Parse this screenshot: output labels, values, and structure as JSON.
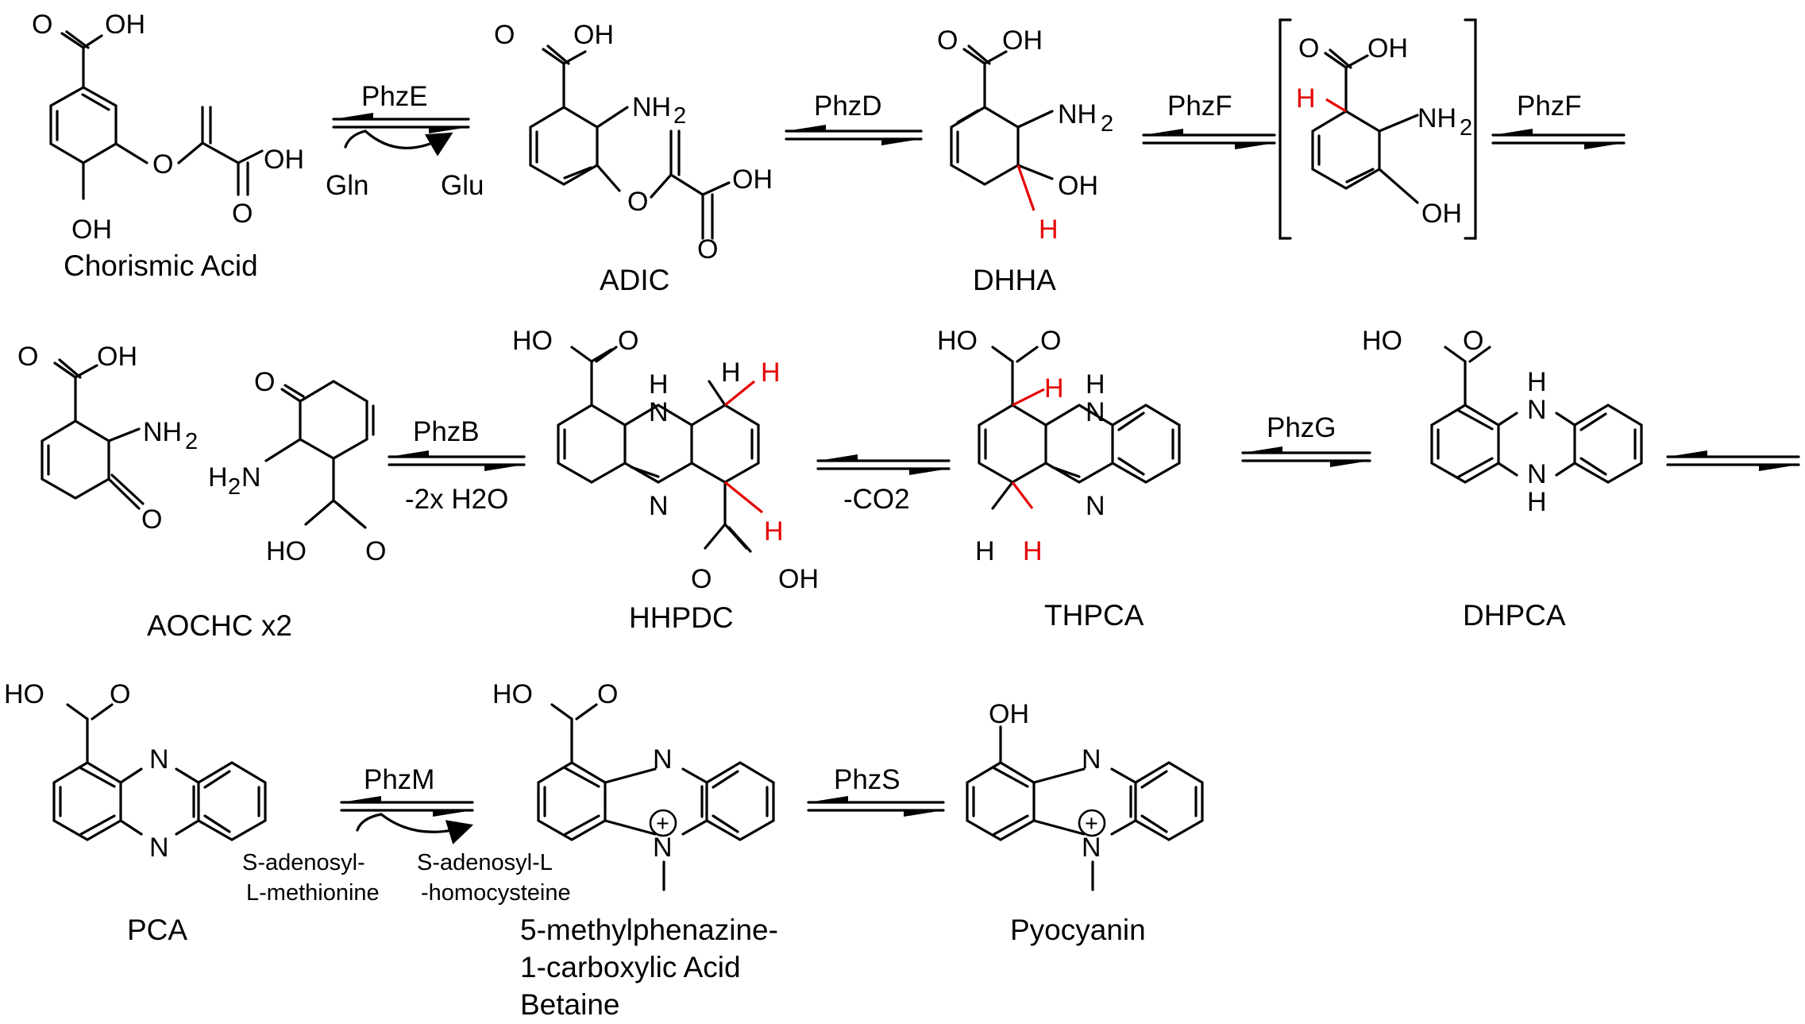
{
  "compounds": {
    "chorismic_acid": "Chorismic Acid",
    "adic": "ADIC",
    "dhha": "DHHA",
    "aochc": "AOCHC x2",
    "hhpdc": "HHPDC",
    "thpca": "THPCA",
    "dhpca": "DHPCA",
    "pca": "PCA",
    "methylphenazine_line1": "5-methylphenazine-",
    "methylphenazine_line2": "1-carboxylic Acid",
    "methylphenazine_line3": "Betaine",
    "pyocyanin": "Pyocyanin"
  },
  "enzymes": {
    "phzE": "PhzE",
    "phzD": "PhzD",
    "phzF_1": "PhzF",
    "phzF_2": "PhzF",
    "phzB": "PhzB",
    "phzG": "PhzG",
    "phzM": "PhzM",
    "phzS": "PhzS"
  },
  "cosubstrates": {
    "gln": "Gln",
    "glu": "Glu",
    "water_loss": "-2x H2O",
    "co2_loss": "-CO2",
    "sam_line1": "S-adenosyl-",
    "sam_line2": "L-methionine",
    "sah_line1": "S-adenosyl-L",
    "sah_line2": "-homocysteine"
  },
  "atoms": {
    "oh": "OH",
    "o": "O",
    "ho": "HO",
    "nh2": "NH",
    "nh2_sub": "2",
    "h2n_h": "H",
    "h2n_sub": "2",
    "h2n_n": "N",
    "n": "N",
    "h": "H",
    "plus": "+"
  },
  "colors": {
    "highlight": "#e60000",
    "ink": "#000000"
  }
}
